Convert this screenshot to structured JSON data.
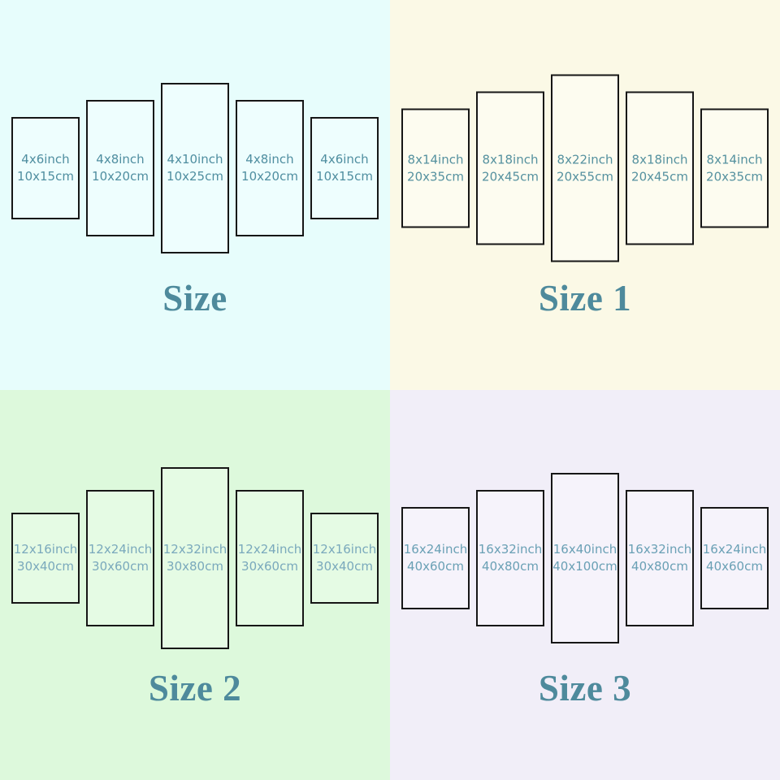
{
  "panel_border_color": "#161616",
  "quadrants": [
    {
      "title": "Size",
      "bg": "#e7fdfc",
      "panel_fill": "#eefefe",
      "label_color": "#4f8ea0",
      "title_color": "#4e8a9c",
      "panels": [
        {
          "inch": "4x6inch",
          "cm": "10x15cm",
          "w": 4,
          "h": 6
        },
        {
          "inch": "4x8inch",
          "cm": "10x20cm",
          "w": 4,
          "h": 8
        },
        {
          "inch": "4x10inch",
          "cm": "10x25cm",
          "w": 4,
          "h": 10
        },
        {
          "inch": "4x8inch",
          "cm": "10x20cm",
          "w": 4,
          "h": 8
        },
        {
          "inch": "4x6inch",
          "cm": "10x15cm",
          "w": 4,
          "h": 6
        }
      ]
    },
    {
      "title": "Size 1",
      "bg": "#fbf9e6",
      "panel_fill": "#fdfcf0",
      "label_color": "#55919f",
      "title_color": "#4e8a9c",
      "panels": [
        {
          "inch": "8x14inch",
          "cm": "20x35cm",
          "w": 8,
          "h": 14
        },
        {
          "inch": "8x18inch",
          "cm": "20x45cm",
          "w": 8,
          "h": 18
        },
        {
          "inch": "8x22inch",
          "cm": "20x55cm",
          "w": 8,
          "h": 22
        },
        {
          "inch": "8x18inch",
          "cm": "20x45cm",
          "w": 8,
          "h": 18
        },
        {
          "inch": "8x14inch",
          "cm": "20x35cm",
          "w": 8,
          "h": 14
        }
      ]
    },
    {
      "title": "Size 2",
      "bg": "#ddf9dc",
      "panel_fill": "#e5fbe4",
      "label_color": "#7aa9bc",
      "title_color": "#4e8a9c",
      "panels": [
        {
          "inch": "12x16inch",
          "cm": "30x40cm",
          "w": 12,
          "h": 16
        },
        {
          "inch": "12x24inch",
          "cm": "30x60cm",
          "w": 12,
          "h": 24
        },
        {
          "inch": "12x32inch",
          "cm": "30x80cm",
          "w": 12,
          "h": 32
        },
        {
          "inch": "12x24inch",
          "cm": "30x60cm",
          "w": 12,
          "h": 24
        },
        {
          "inch": "12x16inch",
          "cm": "30x40cm",
          "w": 12,
          "h": 16
        }
      ]
    },
    {
      "title": "Size 3",
      "bg": "#f1eef8",
      "panel_fill": "#f6f3fb",
      "label_color": "#6aa0b5",
      "title_color": "#4e8a9c",
      "panels": [
        {
          "inch": "16x24inch",
          "cm": "40x60cm",
          "w": 16,
          "h": 24
        },
        {
          "inch": "16x32inch",
          "cm": "40x80cm",
          "w": 16,
          "h": 32
        },
        {
          "inch": "16x40inch",
          "cm": "40x100cm",
          "w": 16,
          "h": 40
        },
        {
          "inch": "16x32inch",
          "cm": "40x80cm",
          "w": 16,
          "h": 32
        },
        {
          "inch": "16x24inch",
          "cm": "40x60cm",
          "w": 16,
          "h": 24
        }
      ]
    }
  ]
}
